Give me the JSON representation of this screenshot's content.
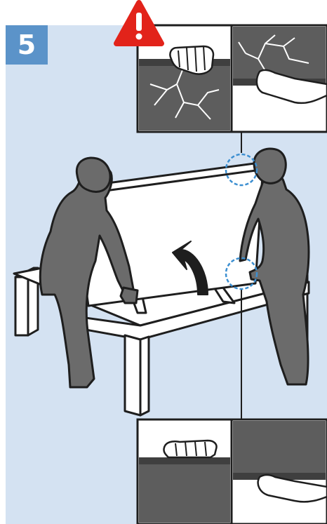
{
  "step": {
    "number": "5"
  },
  "colors": {
    "panel_background": "#d4e2f2",
    "step_badge": "#5b93c9",
    "warning_red": "#e2231a",
    "figure_gray": "#6b6b6b",
    "detail_dark": "#5d5d5d",
    "outline": "#1e1e1e",
    "callout_circle": "#3c8fd1"
  },
  "icons": {
    "warning": "warning-triangle-icon",
    "arrow": "curved-arrow-icon"
  },
  "insets": {
    "top": {
      "left": "do-not-grip-panel-crack",
      "right": "do-not-grip-panel-edge-crack"
    },
    "bottom": {
      "left": "grip-top-edge-correct",
      "right": "support-bottom-correct"
    }
  }
}
